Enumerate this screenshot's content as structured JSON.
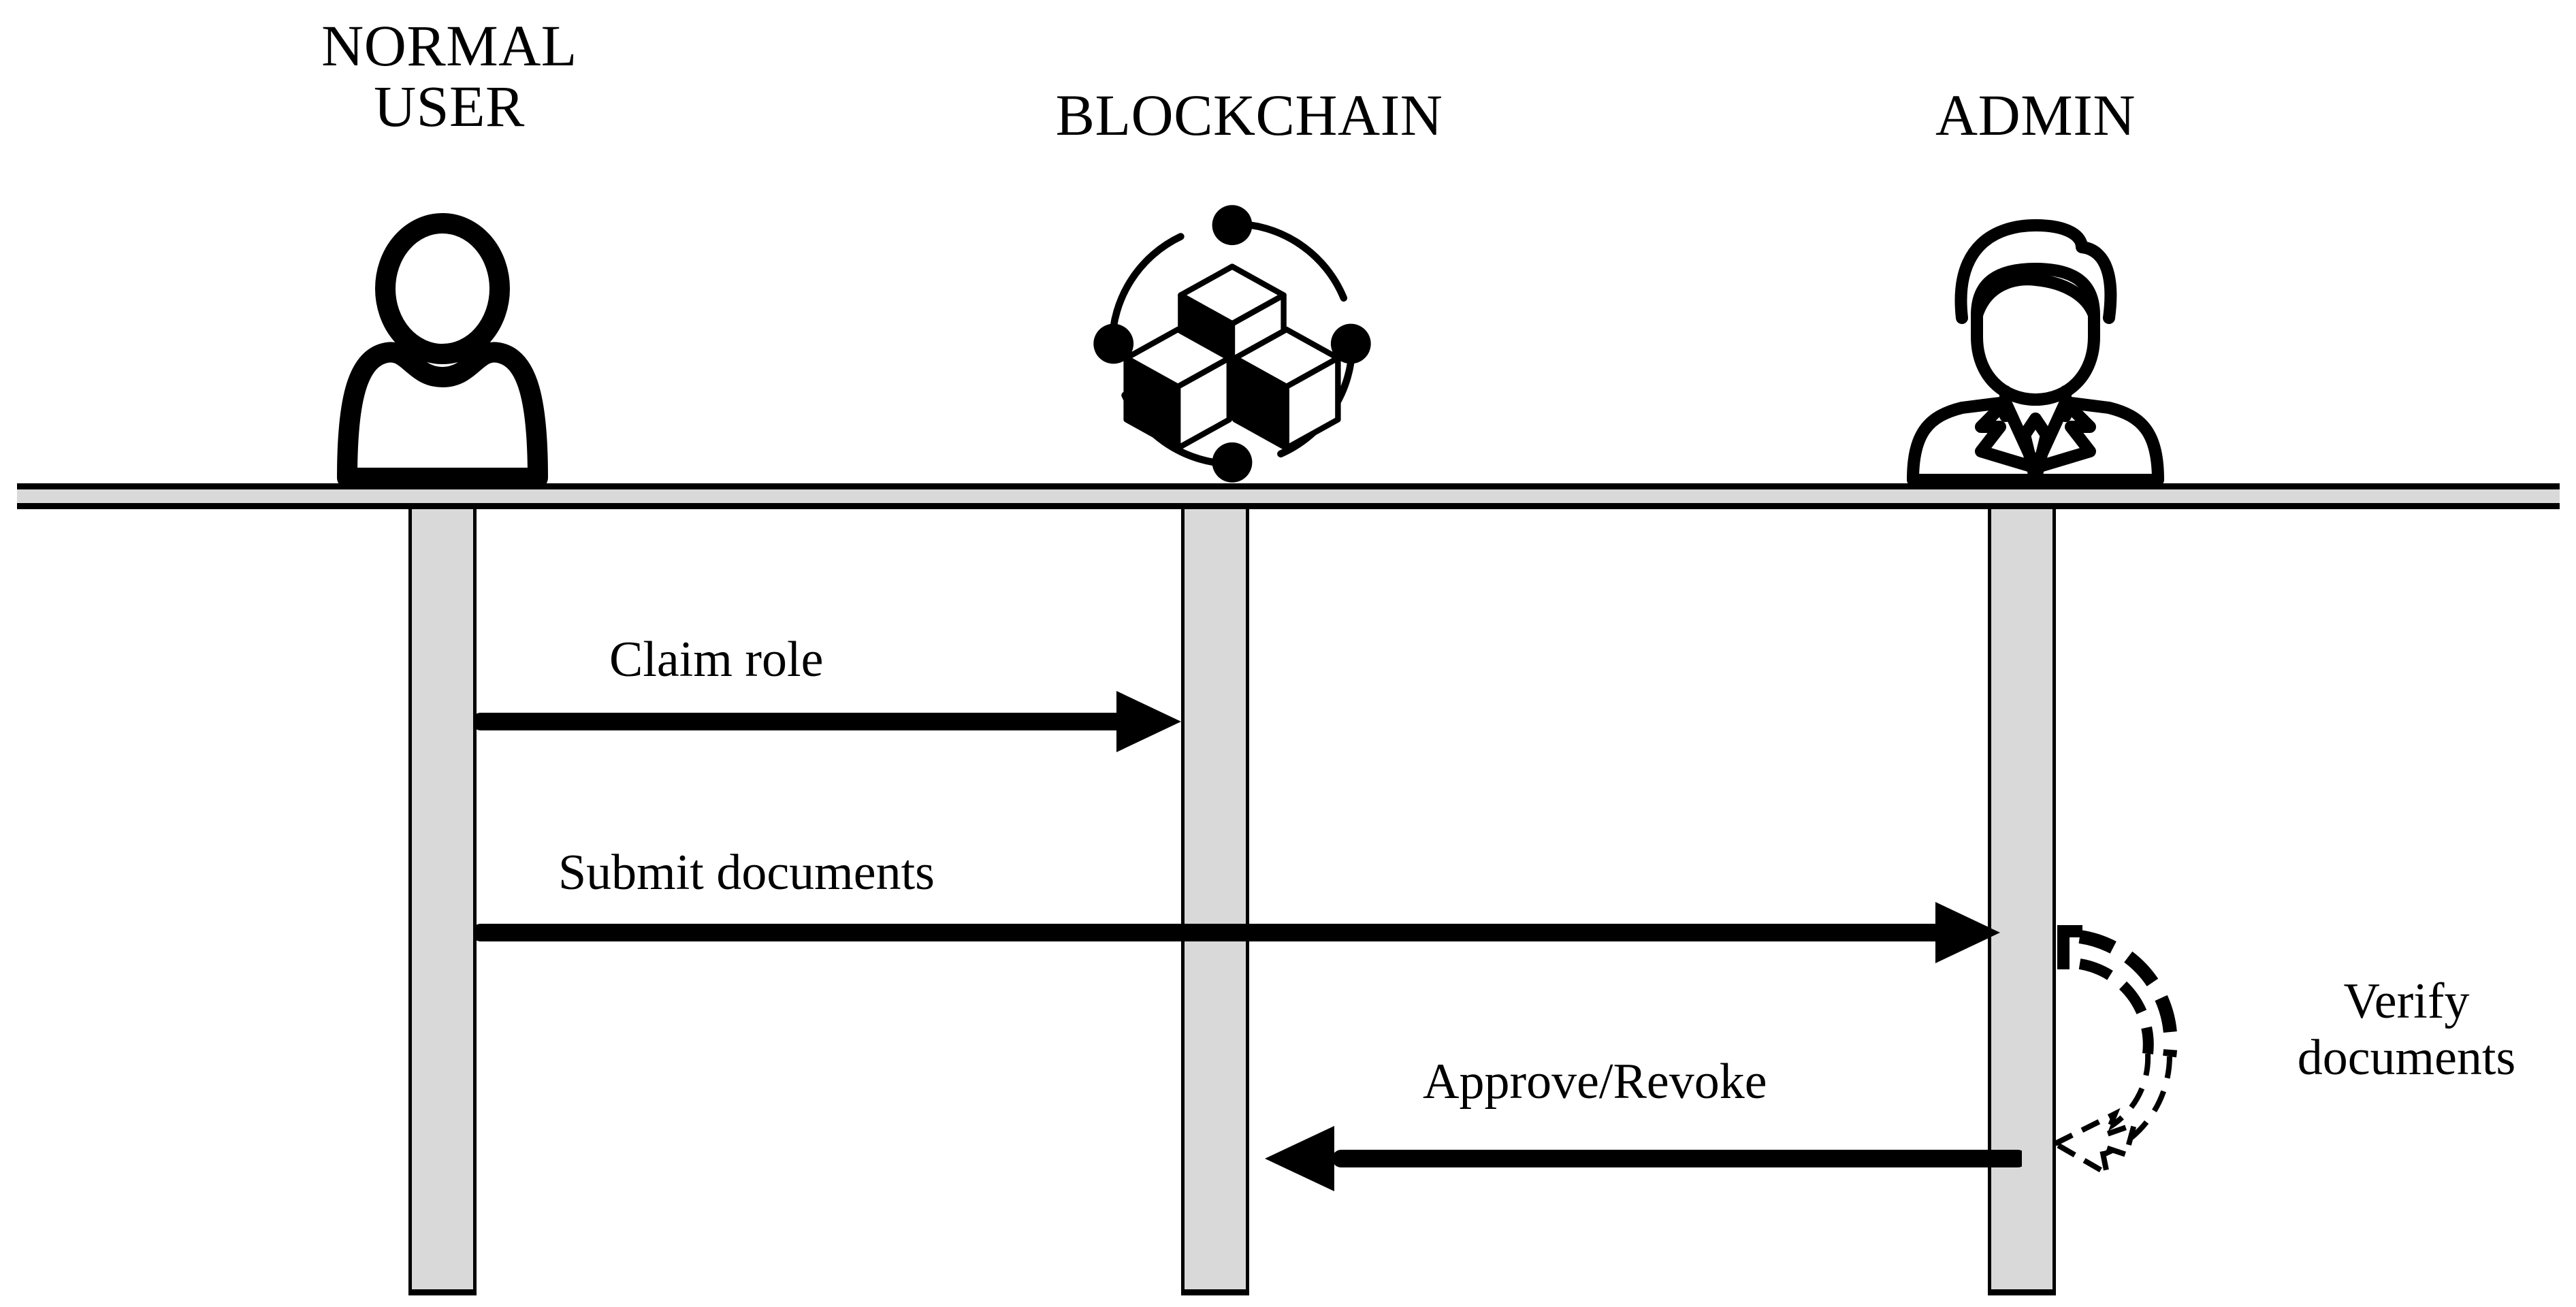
{
  "diagram": {
    "type": "sequence-diagram",
    "background_color": "#ffffff",
    "line_color": "#000000",
    "lifeline_fill": "#d9d9d9",
    "actors": [
      {
        "id": "normal-user",
        "label": "NORMAL\nUSER",
        "icon": "person-icon"
      },
      {
        "id": "blockchain",
        "label": "BLOCKCHAIN",
        "icon": "blockchain-cubes-icon"
      },
      {
        "id": "admin",
        "label": "ADMIN",
        "icon": "businessman-icon"
      }
    ],
    "messages": [
      {
        "id": "claim-role",
        "label": "Claim role",
        "from": "normal-user",
        "to": "blockchain",
        "direction": "right",
        "style": "solid"
      },
      {
        "id": "submit-documents",
        "label": "Submit documents",
        "from": "normal-user",
        "to": "admin",
        "direction": "right",
        "style": "solid"
      },
      {
        "id": "approve-revoke",
        "label": "Approve/Revoke",
        "from": "admin",
        "to": "blockchain",
        "direction": "left",
        "style": "solid"
      }
    ],
    "self_messages": [
      {
        "id": "verify-documents",
        "label": "Verify\ndocuments",
        "actor": "admin",
        "style": "dashed",
        "arrowhead": "hollow"
      }
    ]
  }
}
